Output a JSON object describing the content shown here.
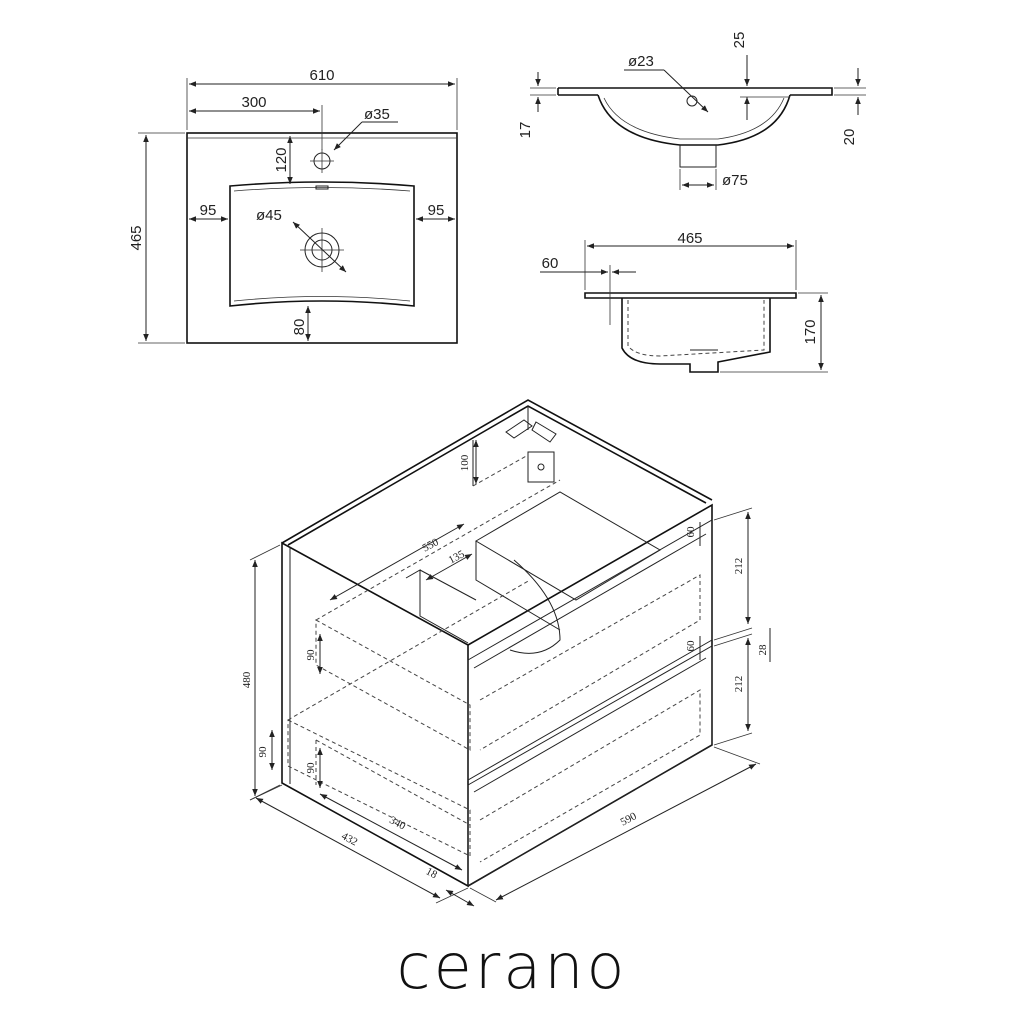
{
  "brand": {
    "name": "cerano"
  },
  "top_view": {
    "width": "610",
    "half_width": "300",
    "depth": "465",
    "tap_hole": "ø35",
    "tap_offset": "120",
    "drain": "ø45",
    "left_margin": "95",
    "right_margin": "95",
    "front_margin": "80"
  },
  "side_section": {
    "overflow": "ø23",
    "rim_top": "25",
    "rim_left": "17",
    "rim_right": "20",
    "drain_outlet": "ø75"
  },
  "front_section": {
    "depth": "465",
    "setback": "60",
    "bowl_depth": "170"
  },
  "cabinet": {
    "back_height": "100",
    "inner_width": "550",
    "cutout": "135",
    "height": "480",
    "drawer_top_height": "212",
    "drawer_bottom_height": "212",
    "drawer_top_offset": "60",
    "drawer_bottom_offset": "60",
    "gap": "28",
    "drawer_side_top": "90",
    "drawer_side_mid": "90",
    "drawer_side_low": "90",
    "drawer_depth": "340",
    "depth": "432",
    "front_thickness": "18",
    "width": "590"
  }
}
